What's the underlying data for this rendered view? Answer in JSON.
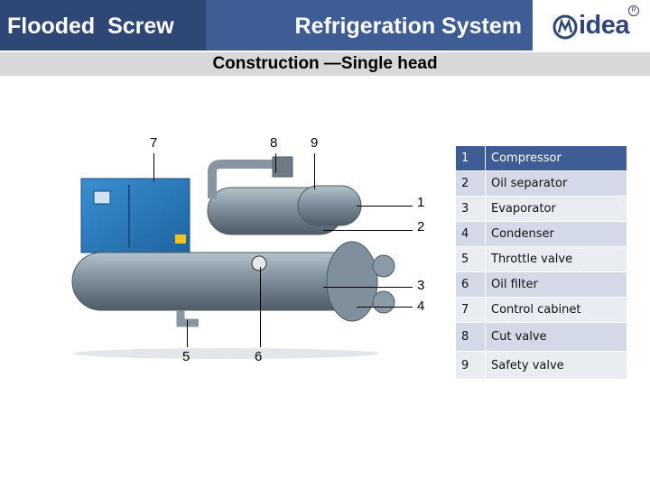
{
  "header": {
    "left_title": "Flooded  Screw",
    "right_title": "Refrigeration System",
    "logo_text": "Midea"
  },
  "subtitle": "Construction —Single head",
  "callouts": [
    "7",
    "8",
    "9",
    "1",
    "2",
    "3",
    "4",
    "5",
    "6"
  ],
  "components": [
    {
      "no": "1",
      "name": "Compressor"
    },
    {
      "no": "2",
      "name": "Oil separator"
    },
    {
      "no": "3",
      "name": "Evaporator"
    },
    {
      "no": "4",
      "name": "Condenser"
    },
    {
      "no": "5",
      "name": "Throttle valve"
    },
    {
      "no": "6",
      "name": "Oil filter"
    },
    {
      "no": "7",
      "name": "Control cabinet"
    },
    {
      "no": "8",
      "name": "Cut valve"
    },
    {
      "no": "9",
      "name": "Safety valve"
    }
  ],
  "colors": {
    "header_dark": "#2f4775",
    "header_mid": "#3d5d94",
    "table_first_row": "#3d5d94",
    "table_row": "#d3d9e7",
    "cabinet_blue": "#2f7fc1",
    "vessel_gray": "#8a9aa6"
  }
}
